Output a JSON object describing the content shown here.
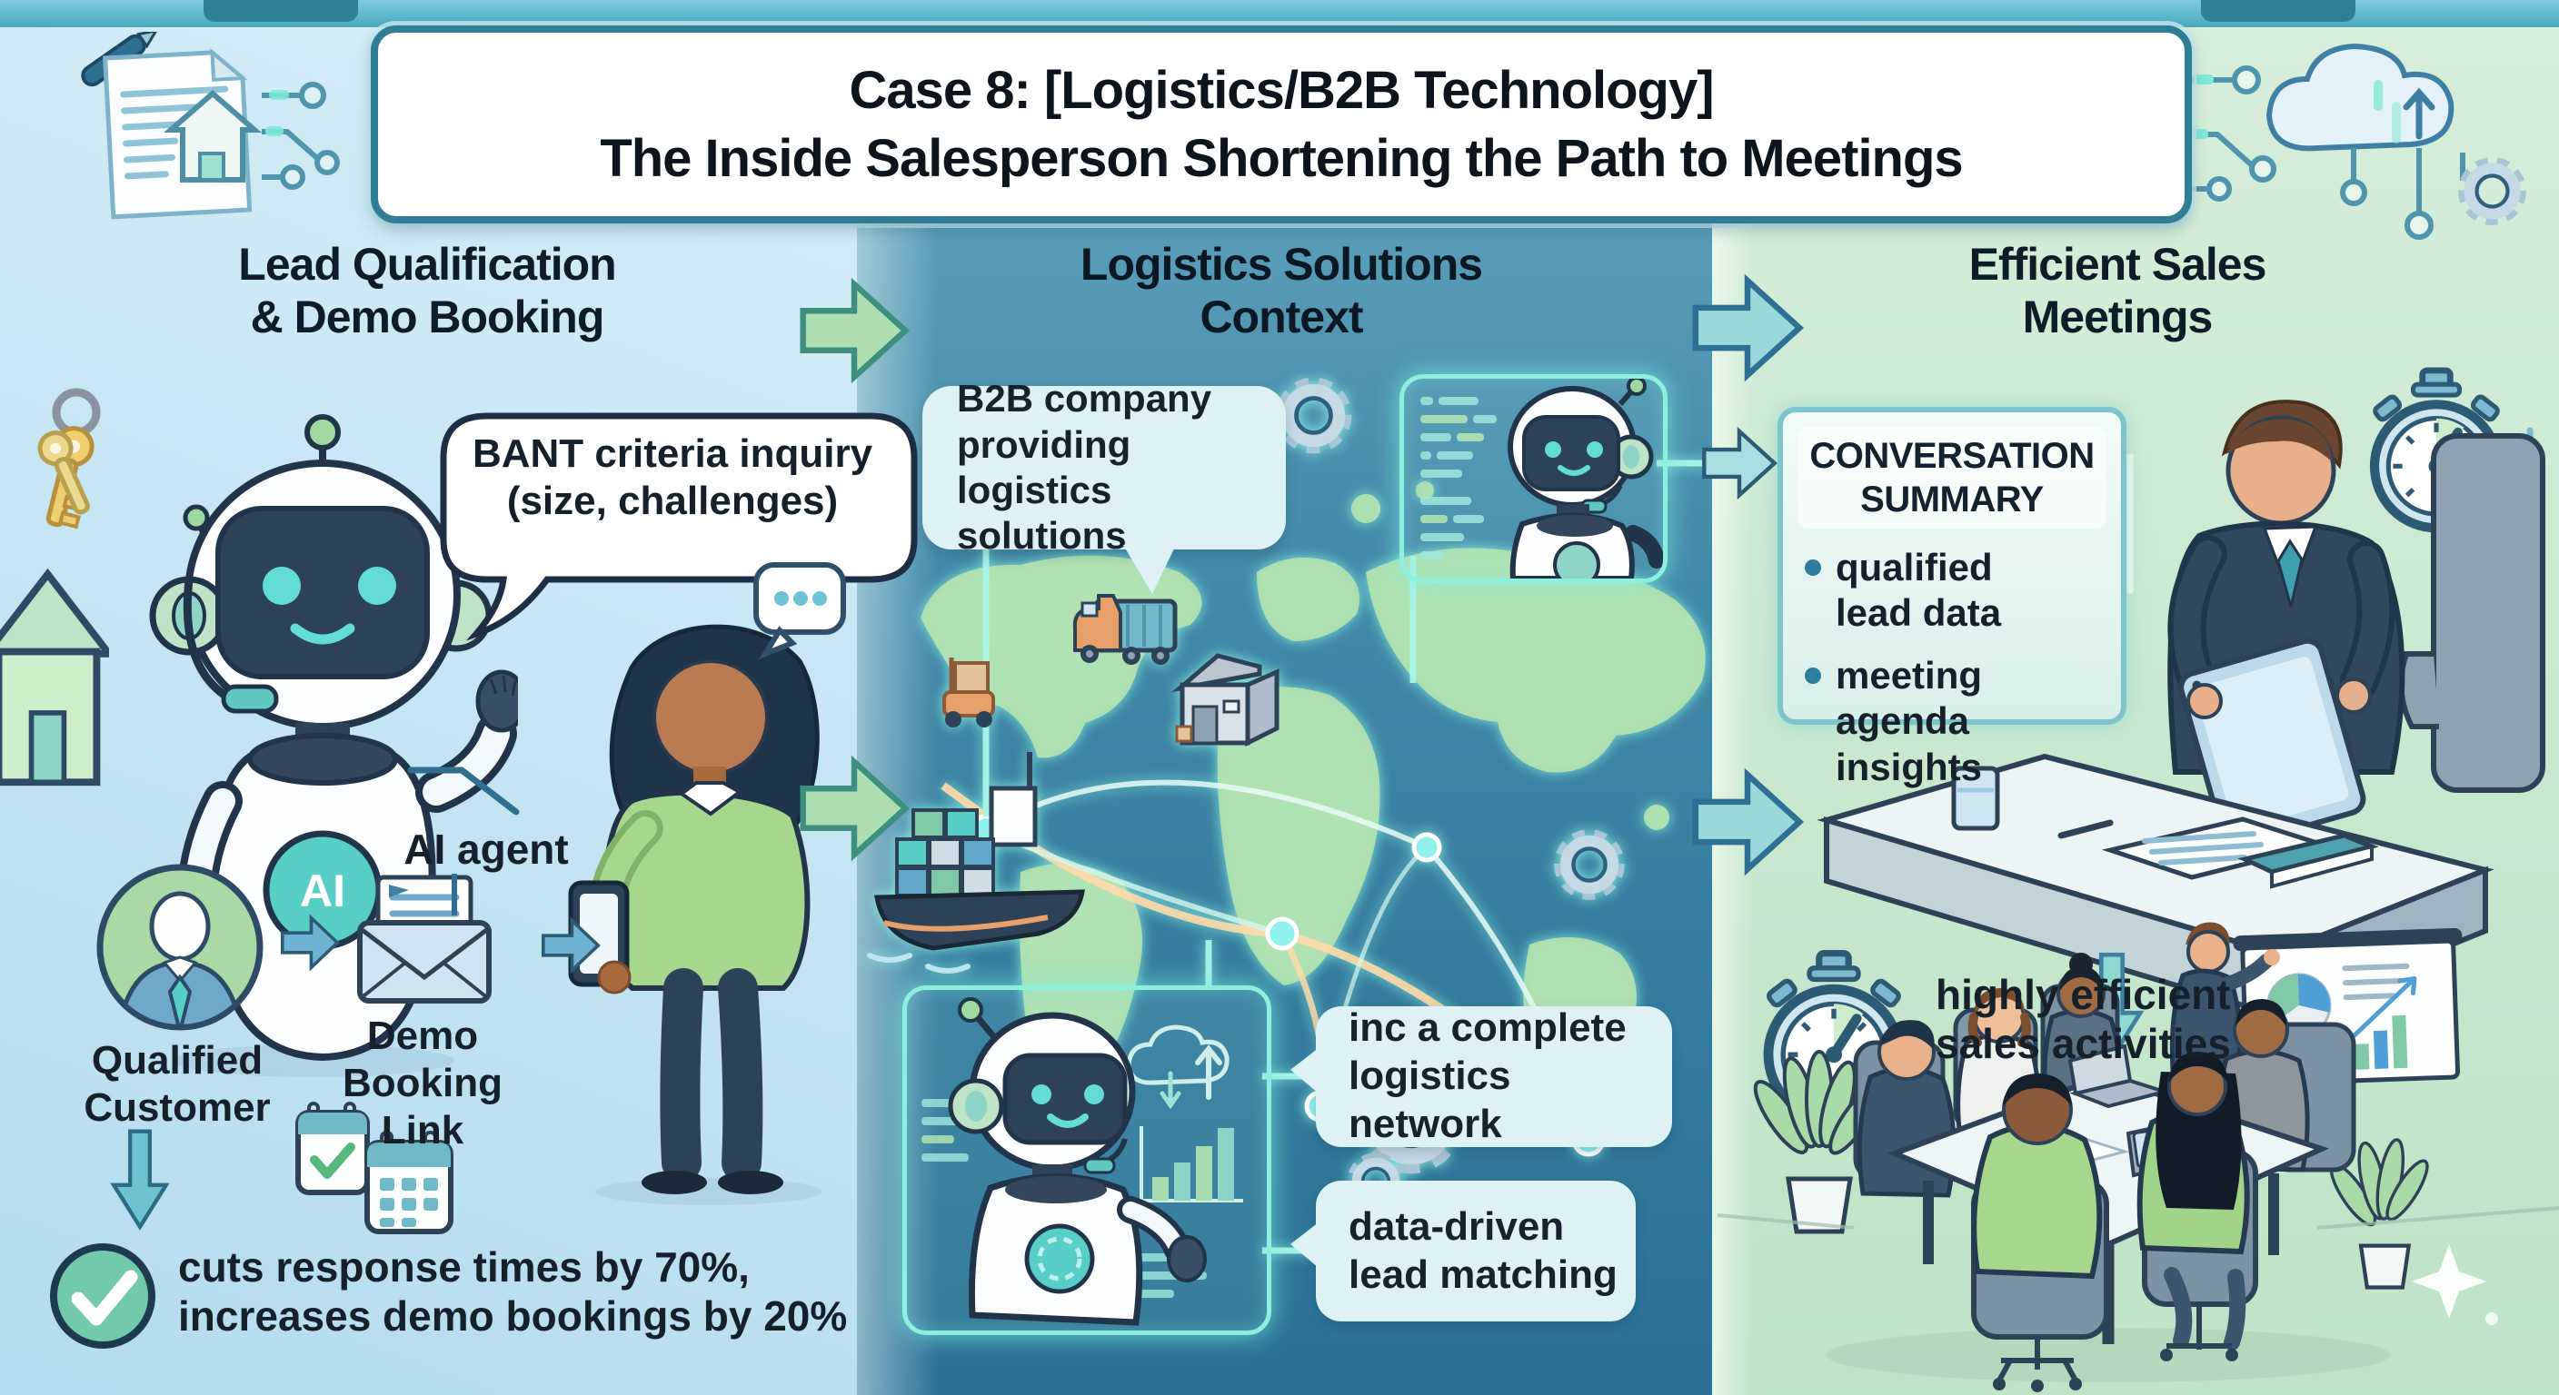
{
  "title": {
    "text": "Case 8: [Logistics/B2B Technology]\nThe Inside Salesperson Shortening the Path to Meetings"
  },
  "panels": {
    "left": {
      "heading": "Lead Qualification\n& Demo Booking",
      "speech_bubble": "BANT criteria inquiry\n(size, challenges)",
      "robot_badge": "AI",
      "ai_agent_label": "AI agent",
      "qualified_customer_label": "Qualified\nCustomer",
      "demo_booking_label": "Demo\nBooking\nLink",
      "result_text": "cuts response times by 70%,\nincreases demo bookings by 20%"
    },
    "middle": {
      "heading": "Logistics Solutions\nContext",
      "b2b_box": "B2B company\nproviding logistics\nsolutions",
      "network_box": "inc a complete\nlogistics network",
      "matching_box": "data-driven\nlead matching"
    },
    "right": {
      "heading": "Efficient Sales\nMeetings",
      "summary_title": "CONVERSATION\nSUMMARY",
      "summary_bullets": [
        "qualified\nlead data",
        "meeting\nagenda insights"
      ],
      "efficiency_text": "highly efficient\nsales activities"
    }
  },
  "icon_names": [
    "document-pen-icon",
    "house-icon",
    "circuit-nodes-icon",
    "keys-icon",
    "robot-ai-agent-icon",
    "chat-dots-icon",
    "customer-avatar-icon",
    "envelope-icon",
    "calendar-check-icon",
    "calendar-grid-icon",
    "check-circle-icon",
    "arrow-right-icon",
    "arrow-down-icon",
    "gear-icon",
    "world-map",
    "cargo-ship-icon",
    "forklift-icon",
    "truck-icon",
    "warehouse-icon",
    "robot-screen-frame",
    "cloud-sync-icon",
    "bar-chart-icon",
    "cloud-network-icon",
    "stopwatch-icon",
    "businessman-tablet",
    "desk-scene",
    "whiteboard-charts-icon",
    "meeting-table-scene",
    "plant-icon",
    "sparkle-icon"
  ],
  "colors": {
    "panel_left": "#c6e6f3",
    "panel_middle": "#3d86a7",
    "panel_right": "#c9e8cf",
    "outline_navy": "#22344a",
    "accent_teal": "#58cfc6",
    "neon_glow": "#8df0de",
    "info_box_bg": "#ddf1f6",
    "arrow_green": "#aeddb2",
    "arrow_teal": "#9bd8da",
    "check_green": "#72c9ab",
    "map_land": "#b5e2b0",
    "route_orange": "#ffd9a8",
    "text_dark": "#15202b"
  }
}
